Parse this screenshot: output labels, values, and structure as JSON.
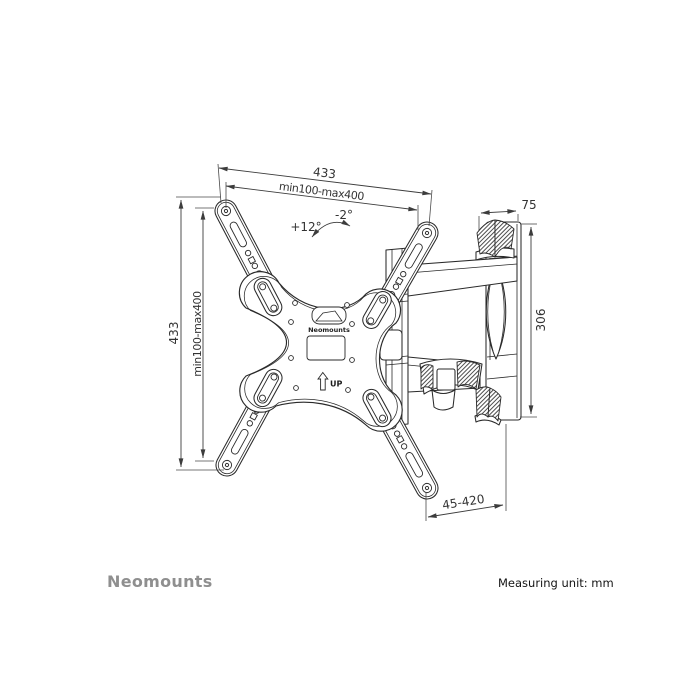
{
  "drawing": {
    "dim_top_width_total": "433",
    "dim_top_width_range": "min100-max400",
    "dim_left_height_total": "433",
    "dim_left_height_range": "min100-max400",
    "dim_tilt_up": "+12°",
    "dim_tilt_down": "-2°",
    "dim_wall_plate_depth": "75",
    "dim_wall_plate_height": "306",
    "dim_extension_range": "45-420",
    "plate_logo": "Neomounts",
    "up_label": "UP"
  },
  "footer": {
    "brand": "Neomounts",
    "note": "Measuring unit: mm"
  },
  "colors": {
    "line": "#2a2a2a",
    "dimension": "#3c3c3c",
    "brand_gray": "#8f8f8f",
    "note_text": "#141414",
    "background": "#ffffff"
  }
}
